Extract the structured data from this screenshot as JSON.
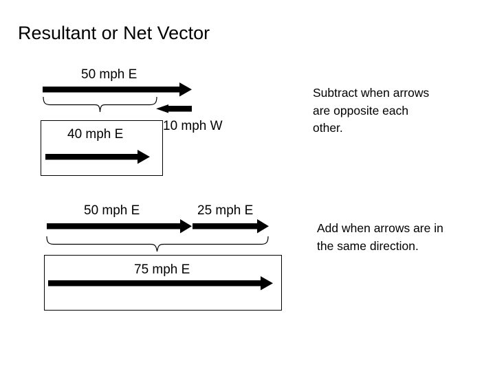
{
  "slide": {
    "title": "Resultant or Net Vector",
    "background_color": "#ffffff",
    "ink_color": "#000000"
  },
  "diagram_subtract": {
    "top_vector_label": "50 mph E",
    "opposite_vector_label": "10 mph W",
    "resultant_label": "40 mph E",
    "note": "Subtract when arrows are opposite each other."
  },
  "diagram_add": {
    "first_vector_label": "50 mph E",
    "second_vector_label": "25 mph E",
    "resultant_label": "75 mph E",
    "note": "Add when arrows are in the same direction."
  },
  "chart_data": {
    "type": "diagram",
    "title": "Resultant or Net Vector",
    "units": "mph",
    "examples": [
      {
        "name": "opposite-directions",
        "operation": "subtract",
        "components": [
          {
            "label": "50 mph E",
            "magnitude": 50,
            "direction": "E",
            "sign": 1
          },
          {
            "label": "10 mph W",
            "magnitude": 10,
            "direction": "W",
            "sign": -1
          }
        ],
        "resultant": {
          "label": "40 mph E",
          "magnitude": 40,
          "direction": "E"
        },
        "note": "Subtract when arrows are opposite each other."
      },
      {
        "name": "same-direction",
        "operation": "add",
        "components": [
          {
            "label": "50 mph E",
            "magnitude": 50,
            "direction": "E",
            "sign": 1
          },
          {
            "label": "25 mph E",
            "magnitude": 25,
            "direction": "E",
            "sign": 1
          }
        ],
        "resultant": {
          "label": "75 mph E",
          "magnitude": 75,
          "direction": "E"
        },
        "note": "Add when arrows are in the same direction."
      }
    ]
  }
}
